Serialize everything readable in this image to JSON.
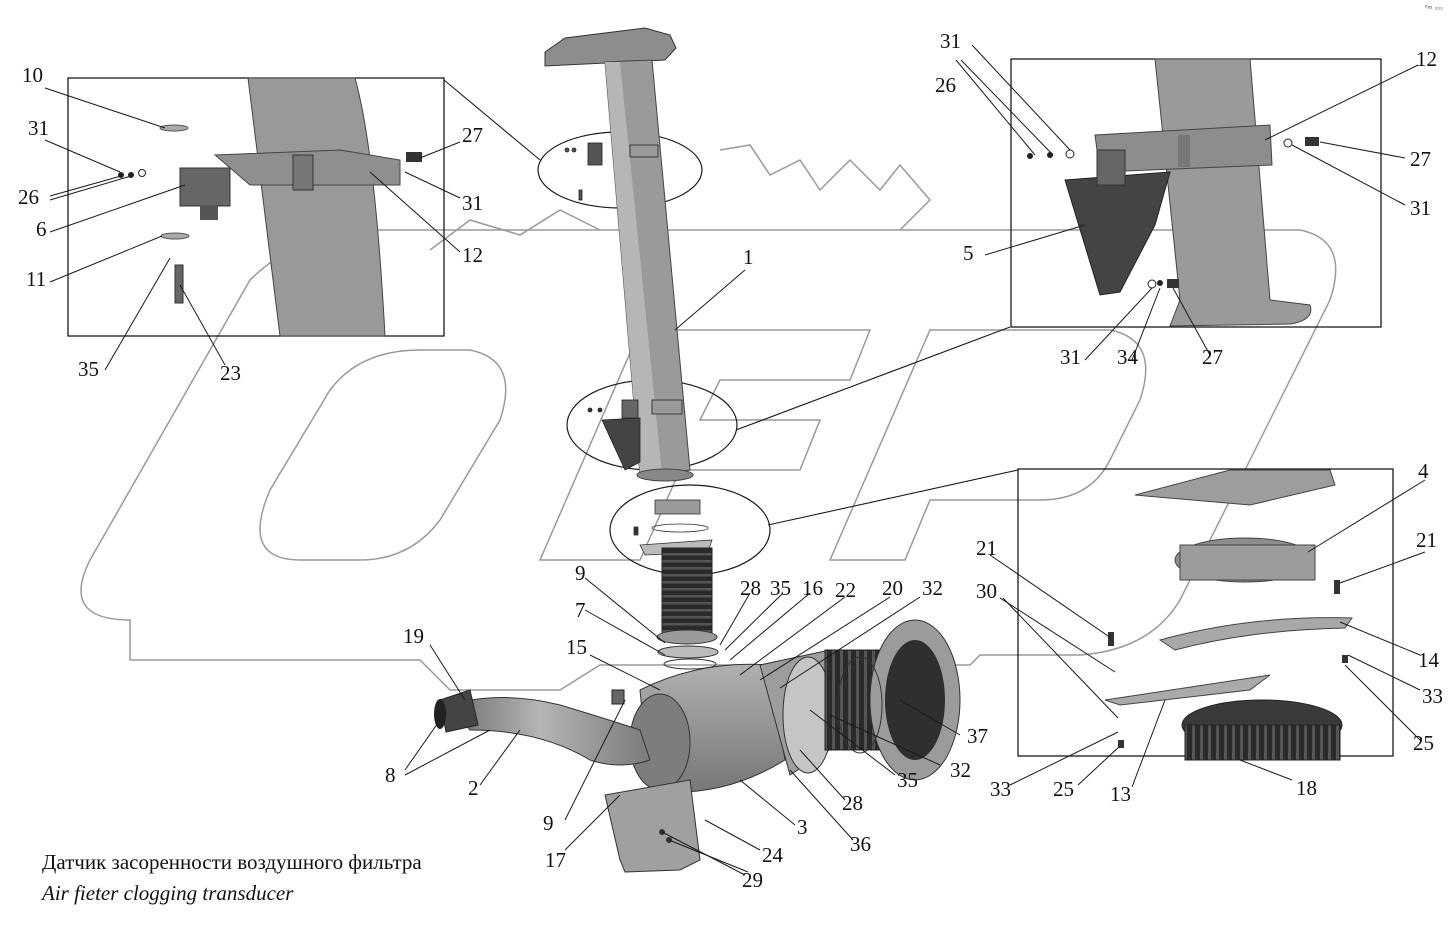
{
  "caption": {
    "ru": "Датчик засоренности воздушного фильтра",
    "en": "Air fieter clogging transducer"
  },
  "watermark": "OPEX",
  "corner_mark": "°ᵐ ▫▫▫",
  "callouts": {
    "c10": "10",
    "c31a": "31",
    "c26a": "26",
    "c6": "6",
    "c11": "11",
    "c35a": "35",
    "c23": "23",
    "c27a": "27",
    "c31b": "31",
    "c12a": "12",
    "c1": "1",
    "c31c": "31",
    "c26b": "26",
    "c12b": "12",
    "c27b": "27",
    "c31d": "31",
    "c5": "5",
    "c31e": "31",
    "c34": "34",
    "c27c": "27",
    "c4": "4",
    "c21a": "21",
    "c21b": "21",
    "c30": "30",
    "c14": "14",
    "c33a": "33",
    "c25a": "25",
    "c33b": "33",
    "c25b": "25",
    "c13": "13",
    "c18": "18",
    "c9a": "9",
    "c7": "7",
    "c15": "15",
    "c28a": "28",
    "c35b": "35",
    "c16": "16",
    "c22": "22",
    "c20": "20",
    "c32a": "32",
    "c19": "19",
    "c8": "8",
    "c2": "2",
    "c37": "37",
    "c32b": "32",
    "c35c": "35",
    "c28b": "28",
    "c36": "36",
    "c3": "3",
    "c9b": "9",
    "c17": "17",
    "c24": "24",
    "c29": "29"
  },
  "colors": {
    "line": "#1a1a1a",
    "part_light": "#a9a9a9",
    "part_mid": "#8c8c8c",
    "part_dark": "#2e2e2e",
    "watermark": "#9a9a9a"
  }
}
